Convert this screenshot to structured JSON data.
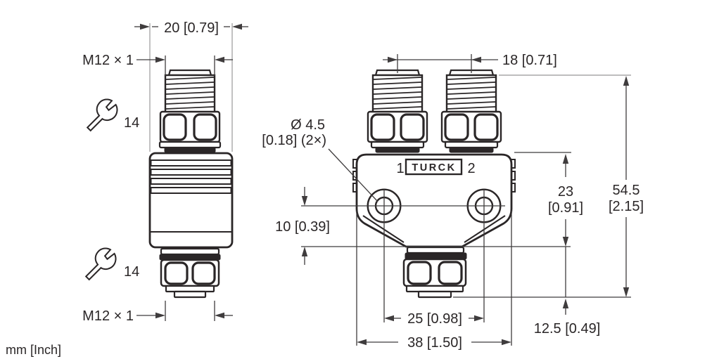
{
  "colors": {
    "line": "#2a2627",
    "dimension_line": "#3f3c3d",
    "extension_gray": "#a9a7a8",
    "background": "#ffffff"
  },
  "footer": {
    "units": "mm [Inch]"
  },
  "left_view": {
    "width_dim": "20 [0.79]",
    "thread_label_top": "M12 × 1",
    "thread_label_bottom": "M12 × 1",
    "wrench_size_top": "14",
    "wrench_size_bottom": "14"
  },
  "right_view": {
    "port_spacing_dim": "18 [0.71]",
    "hole_dia_line1": "Ø 4.5",
    "hole_dia_line2": "[0.18] (2×)",
    "port1_label": "1",
    "port2_label": "2",
    "brand": "TURCK",
    "hole_offset_dim": "10 [0.39]",
    "body_height_value": "23",
    "body_height_inch": "[0.91]",
    "total_height_value": "54.5",
    "total_height_inch": "[2.15]",
    "bottom_offset_dim": "12.5 [0.49]",
    "hole_spacing_dim": "25 [0.98]",
    "body_width_dim": "38 [1.50]"
  }
}
